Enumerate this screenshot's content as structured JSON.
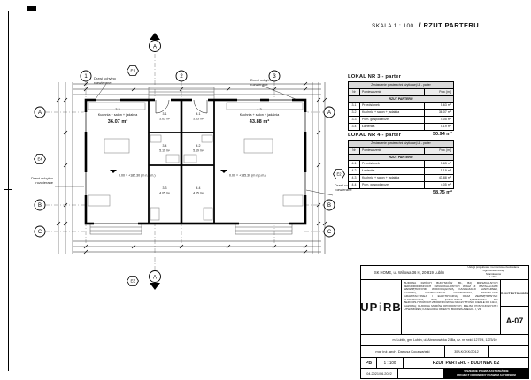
{
  "header": {
    "scale_label": "SKALA  1 : 100",
    "title": "/ RZUT PARTERU"
  },
  "plan": {
    "grid_top": [
      "1",
      "2",
      "3"
    ],
    "grid_left": [
      "A",
      "B",
      "C"
    ],
    "grid_right": [
      "A",
      "B",
      "C"
    ],
    "edge": [
      "E1",
      "E2",
      "E3",
      "E4"
    ],
    "section": "A",
    "door_note_l1": "Drzwi uchylno",
    "door_note_l2": "rozwierane",
    "level_left": "0.00 = +185.30 (m n.p.m.)",
    "level_right": "0.00 = +185.30 (m n.p.m.)",
    "rooms": {
      "left_no": "3.2",
      "left_name": "Kuchnia + salon + jadalnia",
      "left_area": "36.07 m²",
      "right_no": "4.3",
      "right_name": "Kuchnia + salon + jadalnia",
      "right_area": "43.88 m²"
    },
    "stamps_left": [
      [
        "3.1",
        "5.63 m²"
      ],
      [
        "3.4",
        "5.19 m²"
      ],
      [
        "3.3",
        "4.05 m²"
      ]
    ],
    "stamps_right": [
      [
        "4.1",
        "5.63 m²"
      ],
      [
        "4.2",
        "5.19 m²"
      ],
      [
        "4.4",
        "4.05 m²"
      ]
    ]
  },
  "tables": [
    {
      "title": "LOKAL NR 3 - parter",
      "header": "Zestawienie powierzchni użytkowej L3 - parter",
      "col_nr": "Nr",
      "col_name": "Pomieszczenie",
      "col_area": "Pow. [m²]",
      "section": "RZUT PARTERU",
      "rows": [
        [
          "3.1",
          "Przedsionek",
          "5.63 m²"
        ],
        [
          "3.2",
          "Kuchnia + salon + jadalnia",
          "36.07 m²"
        ],
        [
          "3.3",
          "Pom. gospodarcze",
          "4.05 m²"
        ],
        [
          "3.4",
          "Łazienka",
          "5.19 m²"
        ]
      ],
      "total": "50.94 m²"
    },
    {
      "title": "LOKAL NR 4 - parter",
      "header": "Zestawienie powierzchni użytkowej L4 - parter",
      "col_nr": "Nr",
      "col_name": "Pomieszczenie",
      "col_area": "Pow. [m²]",
      "section": "RZUT PARTERU",
      "rows": [
        [
          "4.1",
          "Przedsionek",
          "5.63 m²"
        ],
        [
          "4.2",
          "Łazienka",
          "5.19 m²"
        ],
        [
          "4.3",
          "Kuchnia + salon + jadalnia",
          "43.88 m²"
        ],
        [
          "4.4",
          "Pom. gospodarcze",
          "4.05 m²"
        ]
      ],
      "total": "58.75 m²"
    }
  ],
  "titleblock": {
    "company": "SK HOME, ul. Willowa 36 H, 20-819 Lublin",
    "designer_lines": [
      "Usługi projektowe i remontowo-budowlane",
      "Agnieszka Tudrej",
      "Stanisławów",
      "Lublin"
    ],
    "logo": [
      "UP",
      "i",
      "RB"
    ],
    "project_description": "BUDOWA DWÓCH BUDYNKÓW (B1, B2) MIESZKALNYCH JEDNORODZINNYCH DWULOKALOWYCH WRAZ Z INSTALACJAMI WEWNĘTRZNYMI: WODOCIĄGOWĄ, KANALIZACJI SANITARNEJ, GAZOWĄ, CENTRALNEGO OGRZEWANIA, WENTYLACJI GRAWITACYJNEJ I ELEKTRYCZNĄ ORAZ ZEWNĘTRZNYMI: ELEKTRYCZNĄ WLZ, KANALIZACJI SANITARNEJ DO BEZODPŁYWOWYCH ZBIORNIKÓW NA NIECZYSTOŚCI CIEKŁE DO 10m3, GAZOWĄ; BUDOWA MURÓW OPOROWYCH, MIEJSC POSTOJOWYCH I UTWARDZEŃ; KATEGORIA OBIEKTU BUDOWLANEGO - I, VIII",
    "branch": "ARCHITEKTONICZNA",
    "drawing_no": "A-07",
    "location": "m. Lublin, gm. Lublin, ul. Abramowicka 23Ba, dz. nr ewid. 1275/4, 1275/10",
    "architect": "mgr inż. arch. Dariusz Koczwański",
    "license": "35/LKOKK/2012",
    "stage": "PB",
    "scale": "1 : 100",
    "drawing_title": "RZUT PARTERU - BUDYNEK B2",
    "date": "04.2021/06.2022",
    "rights": [
      "WSZELKIE PRAWA ZASTRZEŻONE",
      "PROJEKT CHRONIONY PRAWEM AUTORSKIM"
    ]
  }
}
